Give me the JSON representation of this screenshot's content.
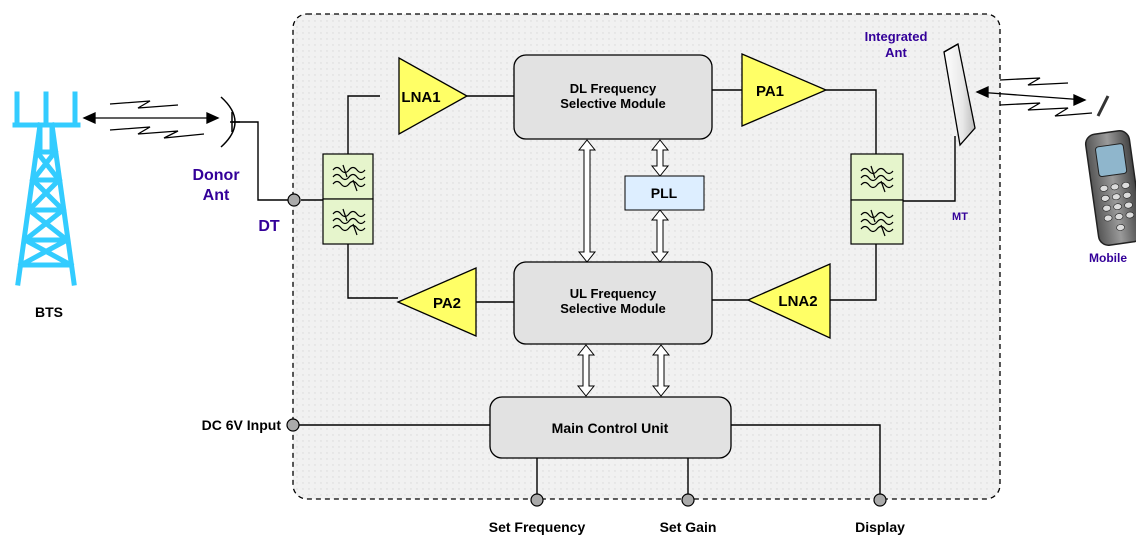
{
  "labels": {
    "bts": "BTS",
    "donor_ant_line1": "Donor",
    "donor_ant_line2": "Ant",
    "dt": "DT",
    "integrated_ant_line1": "Integrated",
    "integrated_ant_line2": "Ant",
    "mt": "MT",
    "mobile": "Mobile",
    "dc_input": "DC 6V Input",
    "set_frequency": "Set Frequency",
    "set_gain": "Set Gain",
    "display": "Display"
  },
  "blocks": {
    "dl_module_line1": "DL Frequency",
    "dl_module_line2": "Selective Module",
    "ul_module_line1": "UL Frequency",
    "ul_module_line2": "Selective Module",
    "pll": "PLL",
    "main_control": "Main Control Unit"
  },
  "amplifiers": {
    "lna1": "LNA1",
    "pa1": "PA1",
    "pa2": "PA2",
    "lna2": "LNA2"
  },
  "colors": {
    "amplifier_fill": "#ffff66",
    "filter_fill": "#e6f5cc",
    "module_fill": "#e2e2e2",
    "pll_fill": "#ddeeff",
    "bts_tower": "#33ccff",
    "label_purple": "#330099",
    "panel_fill": "#f1f1f1"
  }
}
